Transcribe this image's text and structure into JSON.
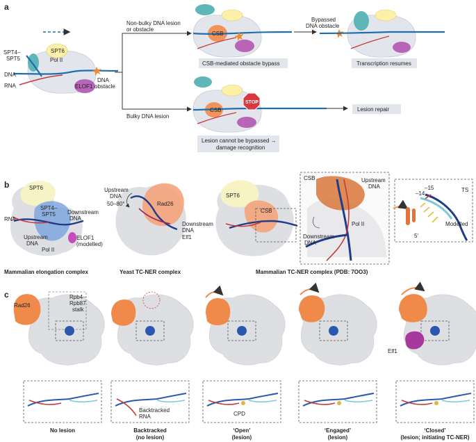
{
  "panels": {
    "a": "a",
    "b": "b",
    "c": "c"
  },
  "panel_a": {
    "labels": {
      "spt4_spt5_l1": "SPT4–",
      "spt4_spt5_l2": "SPT5",
      "spt6": "SPT6",
      "pol2": "Pol II",
      "dna": "DNA",
      "rna": "RNA",
      "elof1": "ELOF1",
      "dna_obstacle_l1": "DNA",
      "dna_obstacle_l2": "obstacle",
      "branch_top_l1": "Non-bulky DNA lesion",
      "branch_top_l2": "or obstacle",
      "branch_bottom": "Bulky DNA lesion",
      "csb_top": "CSB",
      "csb_bottom": "CSB",
      "stop": "STOP",
      "bypassed_l1": "Bypassed",
      "bypassed_l2": "DNA obstacle",
      "box_bypass": "CSB-mediated obstacle bypass",
      "box_resumes": "Transcription resumes",
      "box_cannot_l1": "Lesion cannot be bypassed →",
      "box_cannot_l2": "damage recognition",
      "box_repair": "Lesion repair"
    }
  },
  "panel_b": {
    "labels": {
      "spt6_1": "SPT6",
      "spt4_l1": "SPT4–",
      "spt4_l2": "SPT5",
      "rna": "RNA",
      "down_l1": "Downstream",
      "down_l2": "DNA",
      "up_l1": "Upstream",
      "up_l2": "DNA",
      "pol2_1": "Pol II",
      "elof1_l1": "ELOF1",
      "elof1_l2": "(modelled)",
      "yup_l1": "Upstream",
      "yup_l2": "DNA",
      "angle": "50–80°",
      "rad26": "Rad26",
      "ydown_l1": "Downstream",
      "ydown_l2": "DNA",
      "elf1": "Elf1",
      "spt6_2": "SPT6",
      "csb": "CSB",
      "z_csb": "CSB",
      "z_up_l1": "Upstream",
      "z_up_l2": "DNA",
      "z_down_l1": "Downstream",
      "z_down_l2": "DNA",
      "z_pol2": "Pol II",
      "m14": "–14",
      "m15": "–15",
      "ts": "TS",
      "five": "5′",
      "modelled": "Modelled",
      "cap_mammalian": "Mammalian elongation complex",
      "cap_yeast": "Yeast TC-NER complex",
      "cap_tcner": "Mammalian TC-NER complex (PDB: 7OO3)"
    }
  },
  "panel_c": {
    "labels": {
      "rad26": "Rad26",
      "rpb4_l1": "Rpb4–",
      "rpb4_l2": "Rpb87",
      "rpb4_l3": "stalk",
      "elf1": "Elf1",
      "backtracked_rna_l1": "Backtracked",
      "backtracked_rna_l2": "RNA",
      "cpd": "CPD"
    },
    "captions": [
      {
        "l1": "No lesion",
        "l2": ""
      },
      {
        "l1": "Backtracked",
        "l2": "(no lesion)"
      },
      {
        "l1": "‘Open’",
        "l2": "(lesion)"
      },
      {
        "l1": "‘Engaged’",
        "l2": "(lesion)"
      },
      {
        "l1": "‘Closed’",
        "l2": "(lesion; initiating TC-NER)"
      }
    ]
  },
  "colors": {
    "polii": "#e3e5ec",
    "spt6": "#fdf0a8",
    "spt45": "#5fb6b8",
    "elof1": "#b865b8",
    "csb": "#f2945a",
    "dna": "#1f6fae",
    "rna": "#c63a3a",
    "stop": "#d9383f",
    "box": "#e2e6ec"
  }
}
